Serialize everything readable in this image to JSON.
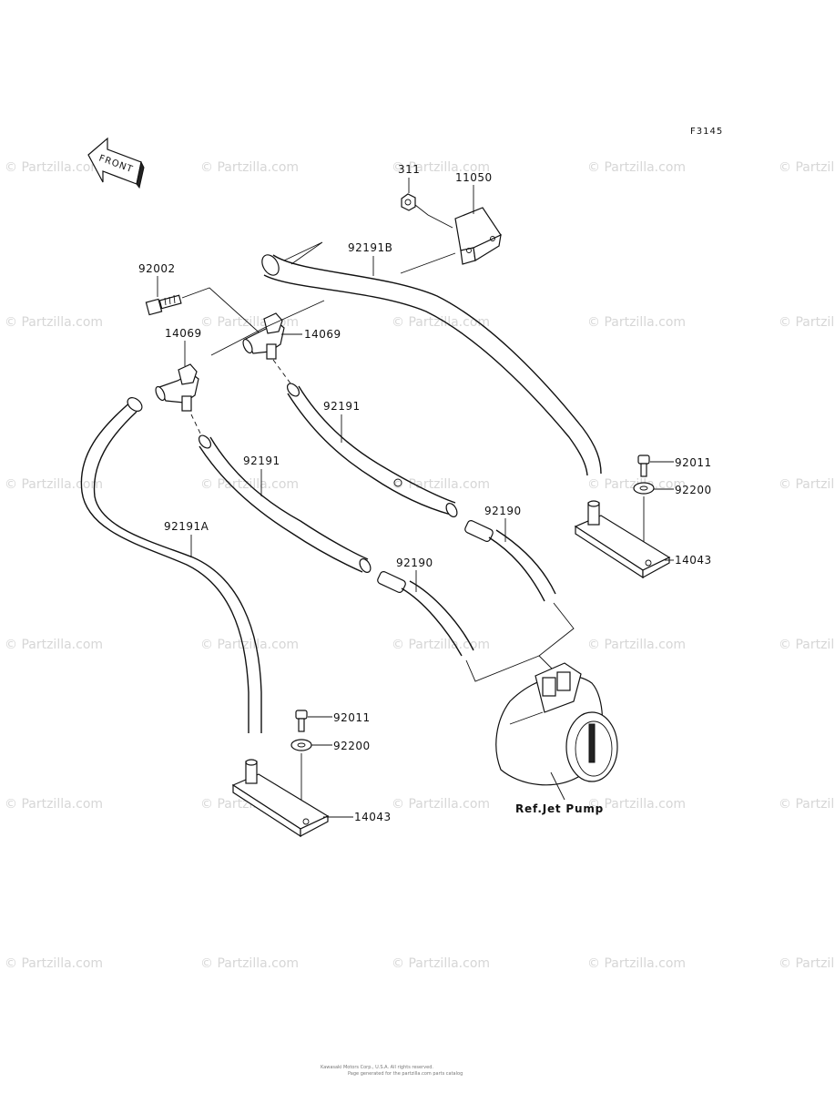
{
  "figure_code": "F3145",
  "front_label": "FRONT",
  "watermark": "© Partzilla.com",
  "parts": {
    "p311": "311",
    "p11050": "11050",
    "p92191B": "92191B",
    "p92002": "92002",
    "p14069_left": "14069",
    "p14069_right": "14069",
    "p92191_upper": "92191",
    "p92191_lower": "92191",
    "p92191A": "92191A",
    "p92190_right": "92190",
    "p92190_left": "92190",
    "p92011_right": "92011",
    "p92200_right": "92200",
    "p14043_right": "14043",
    "p92011_bottom": "92011",
    "p92200_bottom": "92200",
    "p14043_bottom": "14043"
  },
  "ref_label": "Ref.Jet Pump",
  "footer": {
    "line1": "Kawasaki Motors Corp., U.S.A. All rights reserved.",
    "line2": "Page generated for the partzilla.com parts catalog"
  }
}
